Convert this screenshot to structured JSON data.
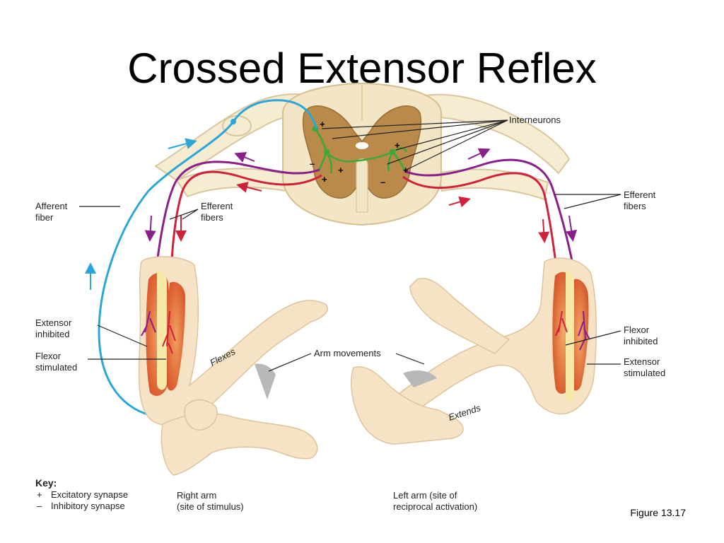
{
  "title": "Crossed Extensor Reflex",
  "figure_caption": "Figure 13.17",
  "labels": {
    "interneurons": "Interneurons",
    "afferent_fiber": [
      "Afferent",
      "fiber"
    ],
    "efferent_fibers_left": [
      "Efferent",
      "fibers"
    ],
    "efferent_fibers_right": [
      "Efferent",
      "fibers"
    ],
    "extensor_inhibited": [
      "Extensor",
      "inhibited"
    ],
    "flexor_stimulated": [
      "Flexor",
      "stimulated"
    ],
    "flexor_inhibited": [
      "Flexor",
      "inhibited"
    ],
    "extensor_stimulated": [
      "Extensor",
      "stimulated"
    ],
    "arm_movements": "Arm movements",
    "flexes": "Flexes",
    "extends": "Extends",
    "right_arm": [
      "Right arm",
      "(site of stimulus)"
    ],
    "left_arm": [
      "Left arm (site of",
      "reciprocal activation)"
    ]
  },
  "key": {
    "heading": "Key:",
    "items": [
      {
        "symbol": "+",
        "text": "Excitatory synapse"
      },
      {
        "symbol": "–",
        "text": "Inhibitory synapse"
      }
    ]
  },
  "synapse_marks": [
    "+",
    "+",
    "–",
    "+",
    "+",
    "–",
    "+"
  ],
  "colors": {
    "afferent": "#2aa7d6",
    "efferent_red": "#d0213b",
    "efferent_purple": "#8a1e8a",
    "interneuron": "#3aa83a",
    "grey_matter": "#b98a4a",
    "white_matter": "#f3e6c6",
    "skin": "#f6e3c6",
    "muscle": "#e07a3a"
  }
}
